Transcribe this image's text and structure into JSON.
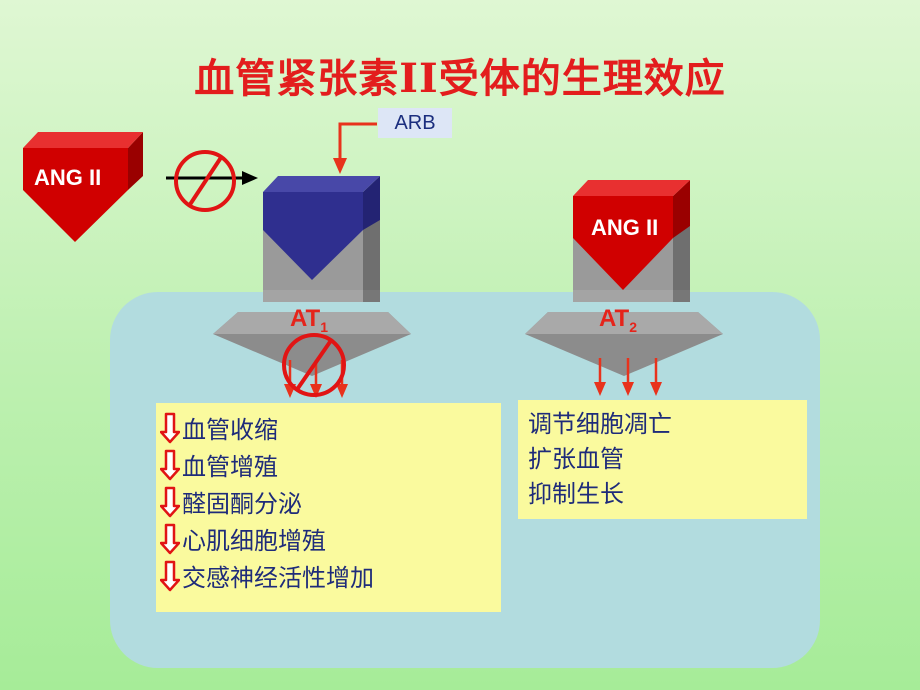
{
  "title": "血管紧张素II受体的生理效应",
  "arb": {
    "label": "ARB"
  },
  "ang_ii_free": {
    "label": "ANG II"
  },
  "ang_ii_bound": {
    "label": "ANG II"
  },
  "at1": {
    "label": "AT",
    "sub": "1"
  },
  "at2": {
    "label": "AT",
    "sub": "2"
  },
  "at1_effects": [
    "血管收缩",
    "血管增殖",
    "醛固酮分泌",
    "心肌细胞增殖",
    "交感神经活性增加"
  ],
  "at2_effects": [
    "调节细胞凋亡",
    "扩张血管",
    "抑制生长"
  ],
  "colors": {
    "title_red": "#e31d1d",
    "arrow_red": "#e8321c",
    "ang_red": "#d00000",
    "arb_blue": "#2f2f8f",
    "receptor_gray": "#8f8f8f",
    "cell_fill": "#b2dcdf",
    "effect_box": "#fafa9e",
    "text_blue": "#1e2b7a"
  }
}
